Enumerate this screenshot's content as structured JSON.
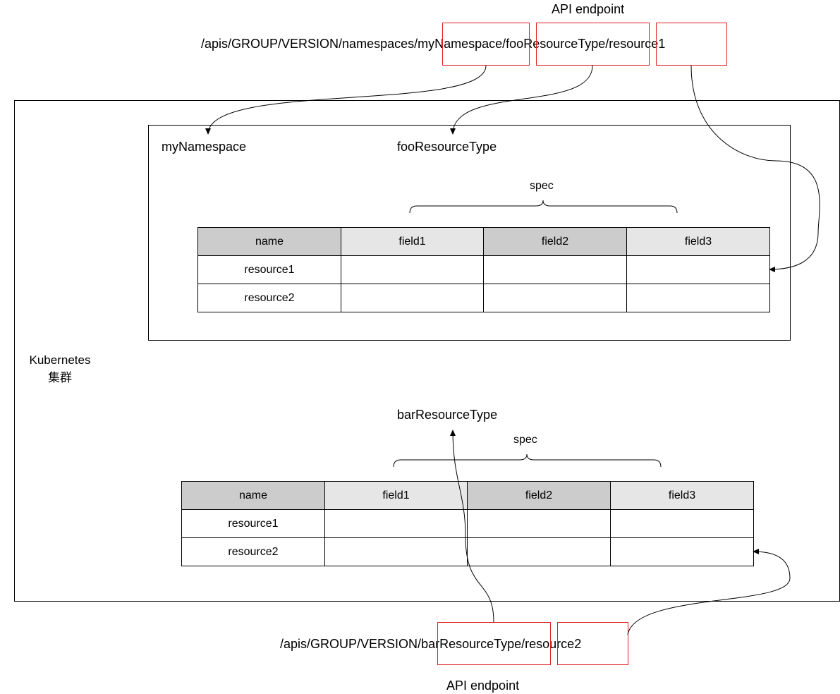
{
  "top_endpoint": {
    "title": "API endpoint",
    "prefix": "/apis/GROUP/VERSION/namespaces/",
    "namespace": "myNamespace",
    "sep1": "/",
    "resource_type": "fooResourceType",
    "sep2": "/",
    "resource": "resource1"
  },
  "cluster": {
    "label_line1": "Kubernetes",
    "label_line2": "集群"
  },
  "namespace_box": {
    "namespace_label": "myNamespace",
    "resource_type_label": "fooResourceType",
    "spec_label": "spec",
    "table": {
      "headers": [
        "name",
        "field1",
        "field2",
        "field3"
      ],
      "rows": [
        [
          "resource1",
          "",
          "",
          ""
        ],
        [
          "resource2",
          "",
          "",
          ""
        ]
      ]
    }
  },
  "cluster_scoped": {
    "resource_type_label": "barResourceType",
    "spec_label": "spec",
    "table": {
      "headers": [
        "name",
        "field1",
        "field2",
        "field3"
      ],
      "rows": [
        [
          "resource1",
          "",
          "",
          ""
        ],
        [
          "resource2",
          "",
          "",
          ""
        ]
      ]
    }
  },
  "bottom_endpoint": {
    "title": "API endpoint",
    "prefix": "/apis/GROUP/VERSION/",
    "resource_type": "barResourceType",
    "sep": "/",
    "resource": "resource2"
  }
}
